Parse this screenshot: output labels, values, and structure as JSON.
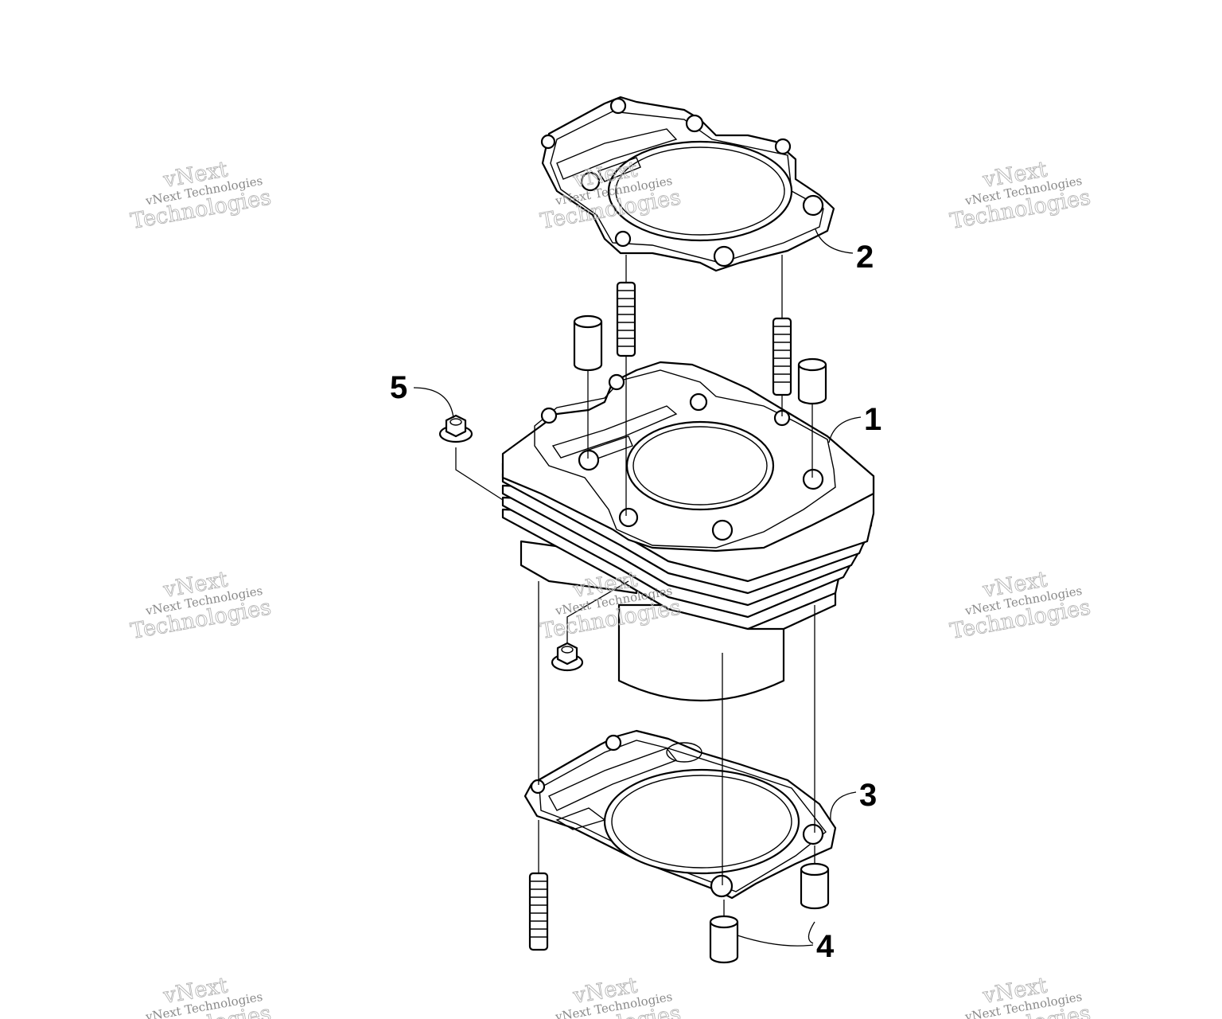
{
  "callouts": [
    {
      "id": "cylinder",
      "label": "1"
    },
    {
      "id": "head-gasket",
      "label": "2"
    },
    {
      "id": "base-gasket",
      "label": "3"
    },
    {
      "id": "alignment-pin",
      "label": "4"
    },
    {
      "id": "flange-nut",
      "label": "5"
    }
  ],
  "watermark": {
    "line_small": "vNext Technologies",
    "line_big_top": "vNext",
    "line_big_bottom": "Technologies"
  }
}
